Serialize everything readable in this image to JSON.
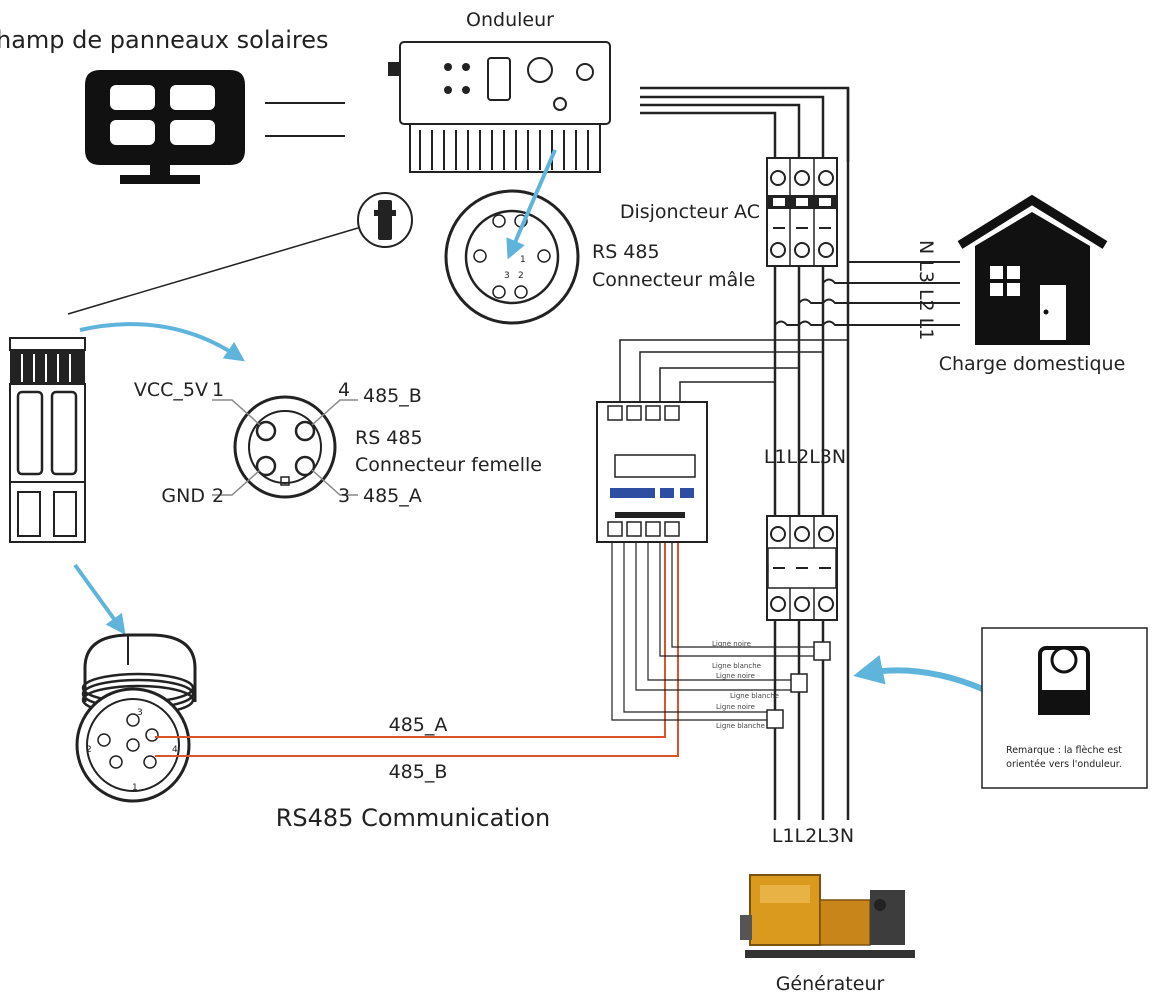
{
  "labels": {
    "inverter": "Onduleur",
    "solar_field": "hamp de panneaux solaires",
    "ac_breaker": "Disjoncteur AC",
    "rs485_male_line1": "RS 485",
    "rs485_male_line2": "Connecteur mâle",
    "rs485_female_line1": "RS 485",
    "rs485_female_line2": "Connecteur femelle",
    "home_load": "Charge domestique",
    "generator": "Générateur",
    "rs485_comm": "RS485 Communication",
    "wire_a": "485_A",
    "wire_b": "485_B",
    "note_line1": "Remarque : la flèche est",
    "note_line2": "orientée vers l'onduleur.",
    "grid_phases_top": "L1L2L3N",
    "grid_phases_bottom": "L1L2L3N",
    "house_phases": "N L3 L2 L1"
  },
  "female_pins": {
    "pin1": "VCC_5V",
    "pin1_num": "1",
    "pin2": "GND",
    "pin2_num": "2",
    "pin3": "485_A",
    "pin3_num": "3",
    "pin4": "485_B",
    "pin4_num": "4"
  },
  "male_pins": {
    "p1": "1",
    "p2": "2",
    "p3": "3"
  },
  "plug_pins": {
    "p1": "1",
    "p2": "2",
    "p3": "3",
    "p4": "4"
  },
  "ct_wires": {
    "w1": "Ligne noire",
    "w2": "Ligne blanche",
    "w3": "Ligne noire",
    "w4": "Ligne blanche",
    "w5": "Ligne noire",
    "w6": "Ligne blanche"
  },
  "colors": {
    "arrow": "#5fb4dc",
    "rs485_wire": "#d9542c",
    "line": "#222222"
  }
}
